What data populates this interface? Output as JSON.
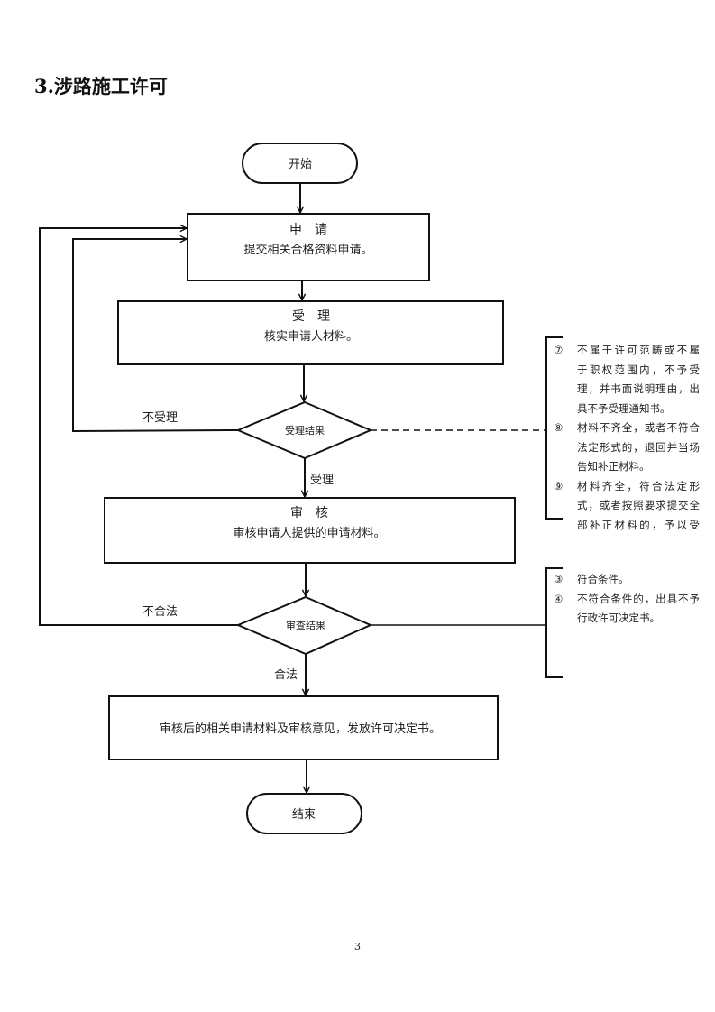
{
  "document": {
    "title": "3.涉路施工许可",
    "page_number": "3"
  },
  "flowchart": {
    "start": {
      "label": "开始"
    },
    "apply": {
      "title": "申　请",
      "desc": "提交相关合格资料申请。"
    },
    "accept": {
      "title": "受　理",
      "desc": "核实申请人材料。"
    },
    "accept_decision": {
      "label": "受理结果",
      "yes_label": "受理",
      "no_label": "不受理"
    },
    "review": {
      "title": "审　核",
      "desc": "审核申请人提供的申请材料。"
    },
    "review_decision": {
      "label": "审查结果",
      "yes_label": "合法",
      "no_label": "不合法"
    },
    "issue": {
      "desc": "审核后的相关申请材料及审核意见，发放许可决定书。"
    },
    "end": {
      "label": "结束"
    }
  },
  "notes": {
    "accept_notes": [
      {
        "num": "⑦",
        "lines": [
          "不属于许可范畴或不属",
          "于职权范围内，不予受",
          "理，并书面说明理由，出",
          "具不予受理通知书。"
        ]
      },
      {
        "num": "⑧",
        "lines": [
          "材料不齐全，或者不符合",
          "法定形式的，退回并当场",
          "告知补正材料。"
        ]
      },
      {
        "num": "⑨",
        "lines": [
          "材料齐全，符合法定形",
          "式，或者按照要求提交全",
          "部补正材料的，予以受"
        ]
      }
    ],
    "review_notes": [
      {
        "num": "③",
        "lines": [
          "符合条件。"
        ]
      },
      {
        "num": "④",
        "lines": [
          "不符合条件的，出具不予",
          "行政许可决定书。"
        ]
      }
    ]
  }
}
